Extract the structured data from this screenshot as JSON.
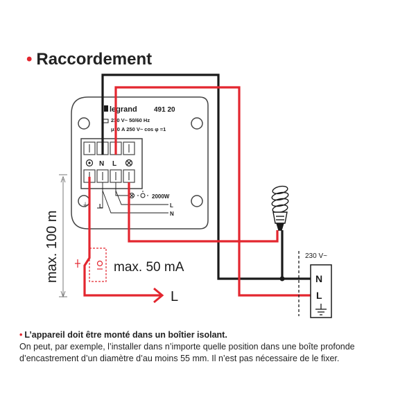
{
  "title": "Raccordement",
  "device": {
    "brand": "legrand",
    "ref": "491 20",
    "spec_voltage": "230 V~ 50/60 Hz",
    "spec_current": "μ10 A 250 V~ cos φ =1",
    "term_N": "N",
    "term_L": "L",
    "lamp_rating": "2000W",
    "bottom_L": "L",
    "bottom_N": "N",
    "switch_L": "L"
  },
  "labels": {
    "max_distance": "max. 100 m",
    "max_current": "max. 50 mA",
    "out_L": "L",
    "supply": "230 V~",
    "supply_N": "N",
    "supply_L": "L"
  },
  "notes": {
    "warning": "L’appareil doit être monté dans un boîtier isolant.",
    "text": "On peut, par exemple, l’installer dans n’importe quelle position dans une boîte profonde d’encastrement d’un diamètre d’au moins 55 mm. Il n’est pas nécessaire de le fixer."
  },
  "colors": {
    "red": "#e3262f",
    "black": "#1a1a1a",
    "dash": "#e3262f"
  }
}
